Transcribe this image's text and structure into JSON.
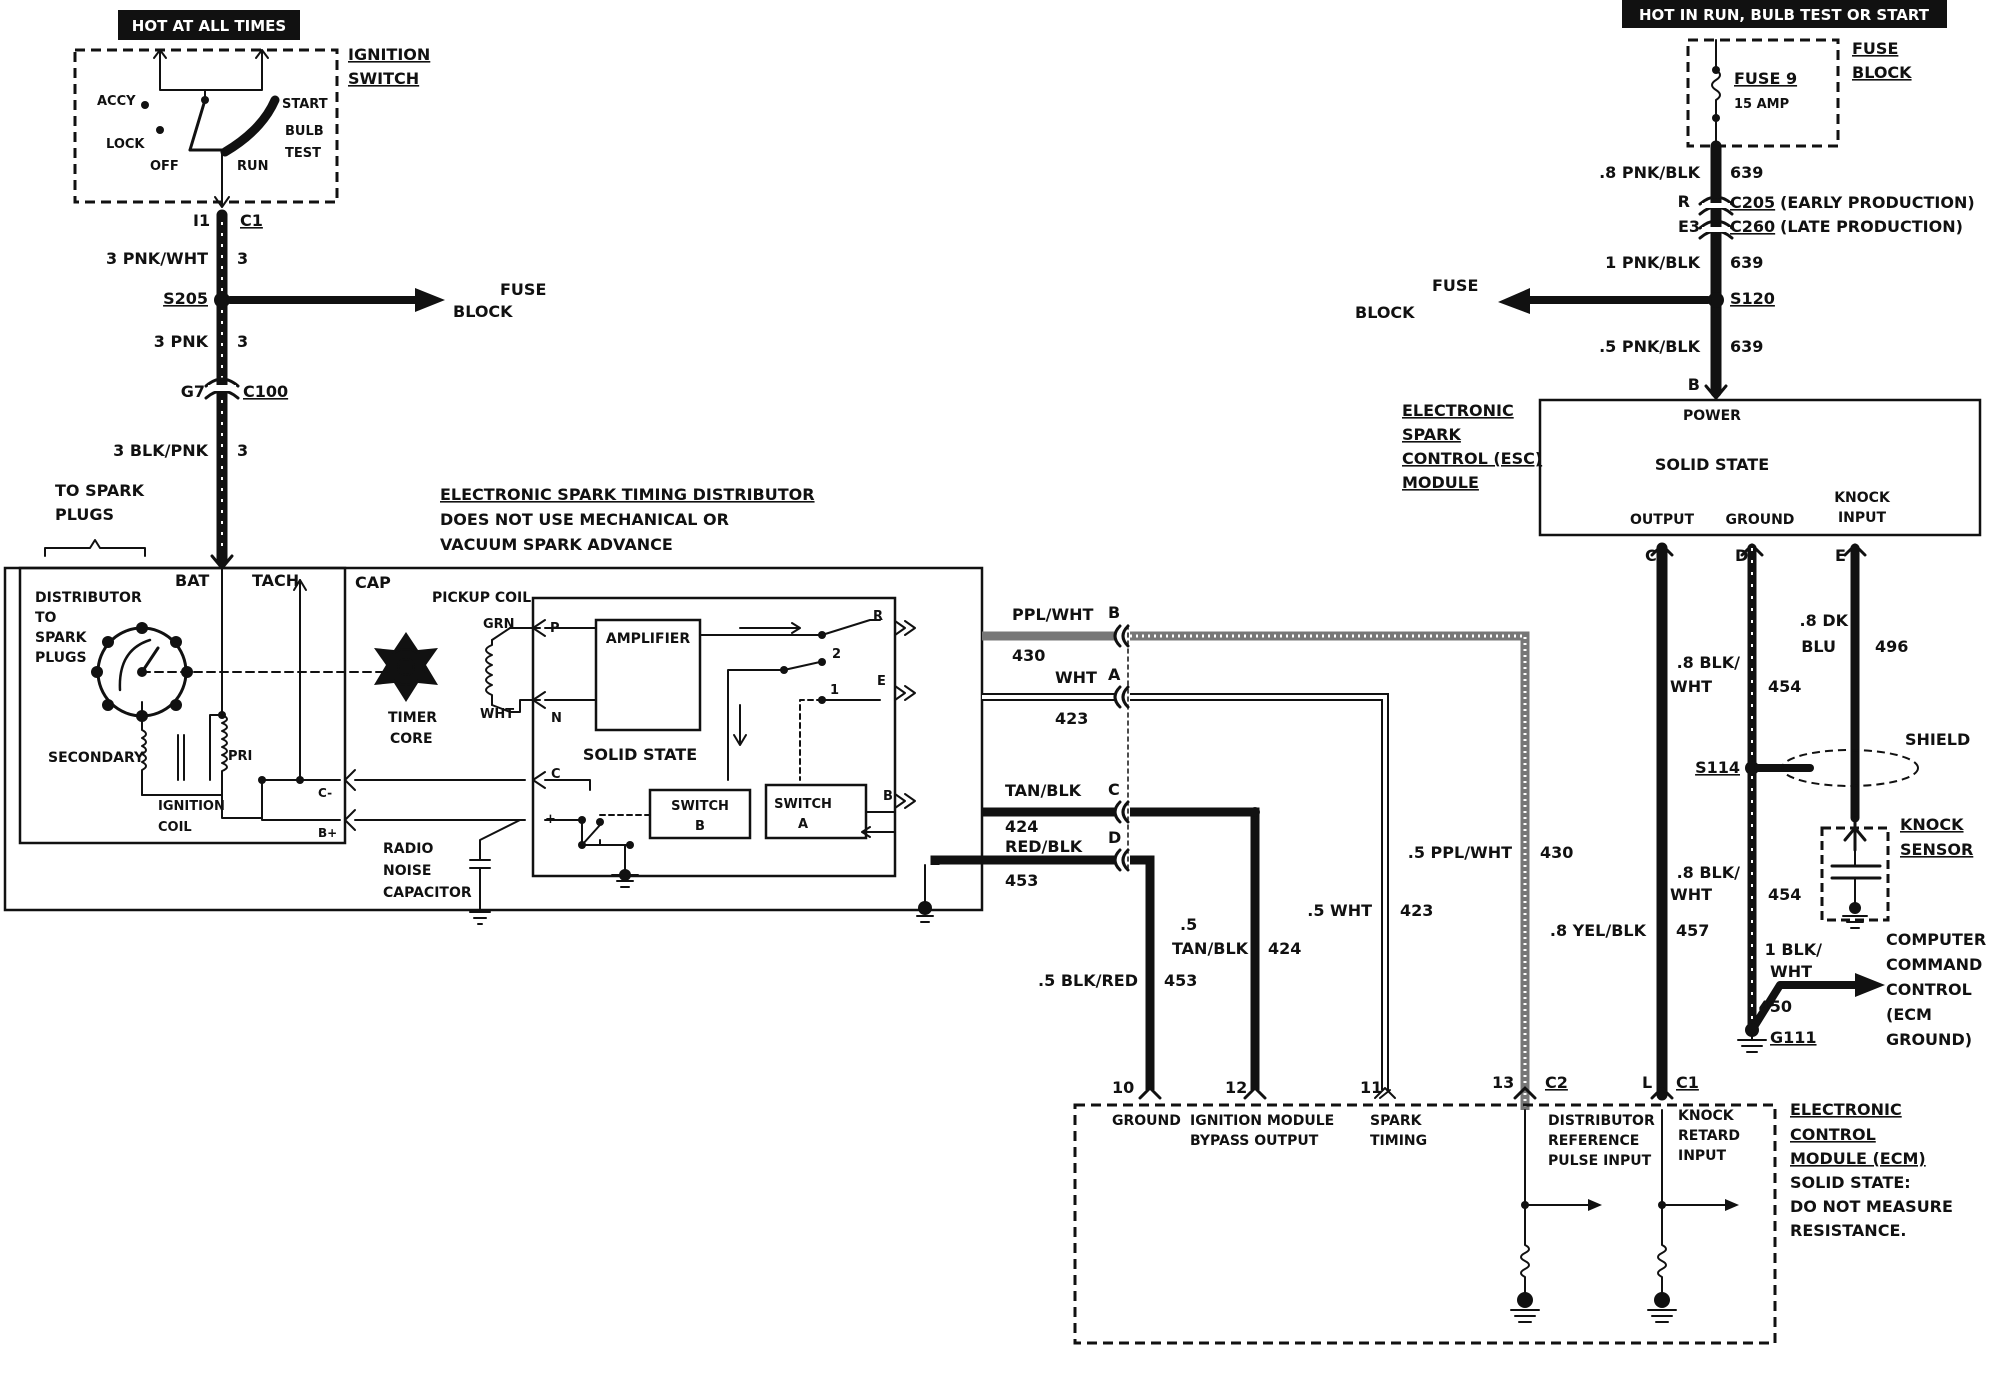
{
  "banners": {
    "hot_at_all_times": "HOT AT ALL TIMES",
    "hot_in_run": "HOT IN RUN, BULB TEST OR START"
  },
  "ignition_switch": {
    "label_1": "IGNITION",
    "label_2": "SWITCH",
    "positions": {
      "accy": "ACCY",
      "lock": "LOCK",
      "off": "OFF",
      "run": "RUN",
      "start": "START",
      "bulb": "BULB",
      "test": "TEST"
    },
    "pin_left": "I1",
    "connector": "C1"
  },
  "left_circuit": {
    "wire1_color": "3 PNK/WHT",
    "wire1_num": "3",
    "splice": "S205",
    "fuse_block_1": "FUSE",
    "fuse_block_2": "BLOCK",
    "wire2_color": "3 PNK",
    "wire2_num": "3",
    "conn_pin": "G7",
    "conn_name": "C100",
    "wire3_color": "3 BLK/PNK",
    "wire3_num": "3"
  },
  "to_spark_plugs": {
    "line1": "TO SPARK",
    "line2": "PLUGS"
  },
  "distributor": {
    "title_1": "ELECTRONIC SPARK TIMING DISTRIBUTOR",
    "title_2": "DOES NOT USE MECHANICAL OR",
    "title_3": "VACUUM SPARK ADVANCE",
    "bat": "BAT",
    "tach": "TACH",
    "cap": "CAP",
    "dist_label": [
      "DISTRIBUTOR",
      "TO",
      "SPARK",
      "PLUGS"
    ],
    "secondary": "SECONDARY",
    "pri": "PRI",
    "ign_coil_1": "IGNITION",
    "ign_coil_2": "COIL",
    "c_minus": "C-",
    "b_plus": "B+",
    "pickup_coil": "PICKUP COIL",
    "grn": "GRN",
    "wht": "WHT",
    "timer_1": "TIMER",
    "timer_2": "CORE",
    "radio_1": "RADIO",
    "radio_2": "NOISE",
    "radio_3": "CAPACITOR",
    "module": {
      "p": "P",
      "n": "N",
      "c": "C",
      "plus": "+",
      "amplifier": "AMPLIFIER",
      "solid_state": "SOLID STATE",
      "switch_b_1": "SWITCH",
      "switch_b_2": "B",
      "switch_a_1": "SWITCH",
      "switch_a_2": "A",
      "r": "R",
      "e": "E",
      "b": "B",
      "pos2": "2",
      "pos1": "1"
    }
  },
  "dist_wires": {
    "w1": {
      "color": "PPL/WHT",
      "num": "430",
      "pin": "B"
    },
    "w2": {
      "color": "WHT",
      "num": "423",
      "pin": "A"
    },
    "w3": {
      "color": "TAN/BLK",
      "num": "424",
      "pin": "C"
    },
    "w4": {
      "color": "RED/BLK",
      "num": "453",
      "pin": "D"
    }
  },
  "mid_wires": {
    "a": {
      "color": ".5 BLK/RED",
      "num": "453"
    },
    "b": {
      "color_1": ".5",
      "color_2": "TAN/BLK",
      "num": "424"
    },
    "c": {
      "color": ".5 WHT",
      "num": "423"
    },
    "d": {
      "color": ".5 PPL/WHT",
      "num": "430"
    }
  },
  "fuse_block_right": {
    "label_1": "FUSE",
    "label_2": "BLOCK",
    "fuse": "FUSE 9",
    "amp": "15 AMP"
  },
  "right_circuit": {
    "w1_color": ".8 PNK/BLK",
    "w1_num": "639",
    "pin_r": "R",
    "c205": "C205",
    "c205_note": "(EARLY PRODUCTION)",
    "pin_e3": "E3",
    "c260": "C260",
    "c260_note": "(LATE PRODUCTION)",
    "w2_color": "1 PNK/BLK",
    "w2_num": "639",
    "splice": "S120",
    "fuse_1": "FUSE",
    "fuse_2": "BLOCK",
    "w3_color": ".5 PNK/BLK",
    "w3_num": "639",
    "pin_b": "B"
  },
  "esc": {
    "label": [
      "ELECTRONIC",
      "SPARK",
      "CONTROL (ESC)",
      "MODULE"
    ],
    "power": "POWER",
    "solid_state": "SOLID STATE",
    "output": "OUTPUT",
    "ground": "GROUND",
    "knock_1": "KNOCK",
    "knock_2": "INPUT",
    "pin_c": "C",
    "pin_d": "D",
    "pin_e": "E"
  },
  "esc_wires": {
    "w457_color": ".8 YEL/BLK",
    "w457_num": "457",
    "w454a_1": ".8 BLK/",
    "w454a_2": "WHT",
    "w454a_num": "454",
    "w454b_1": ".8 BLK/",
    "w454b_2": "WHT",
    "w454b_num": "454",
    "w496_1": ".8 DK",
    "w496_2": "BLU",
    "w496_num": "496",
    "s114": "S114",
    "shield": "SHIELD",
    "knock_sensor_1": "KNOCK",
    "knock_sensor_2": "SENSOR",
    "w450_1": "1 BLK/",
    "w450_2": "WHT",
    "w450_num": "450",
    "g111": "G111",
    "ccc": [
      "COMPUTER",
      "COMMAND",
      "CONTROL",
      "(ECM",
      "GROUND)"
    ]
  },
  "ecm": {
    "pins": [
      "10",
      "12",
      "11",
      "13",
      "L"
    ],
    "c2": "C2",
    "c1": "C1",
    "ground": "GROUND",
    "ign_bypass_1": "IGNITION MODULE",
    "ign_bypass_2": "BYPASS OUTPUT",
    "spark_1": "SPARK",
    "spark_2": "TIMING",
    "dist_ref": [
      "DISTRIBUTOR",
      "REFERENCE",
      "PULSE INPUT"
    ],
    "knock_ret": [
      "KNOCK",
      "RETARD",
      "INPUT"
    ],
    "label": [
      "ELECTRONIC",
      "CONTROL",
      "MODULE (ECM)",
      "SOLID STATE:",
      "DO NOT MEASURE",
      "RESISTANCE."
    ]
  }
}
